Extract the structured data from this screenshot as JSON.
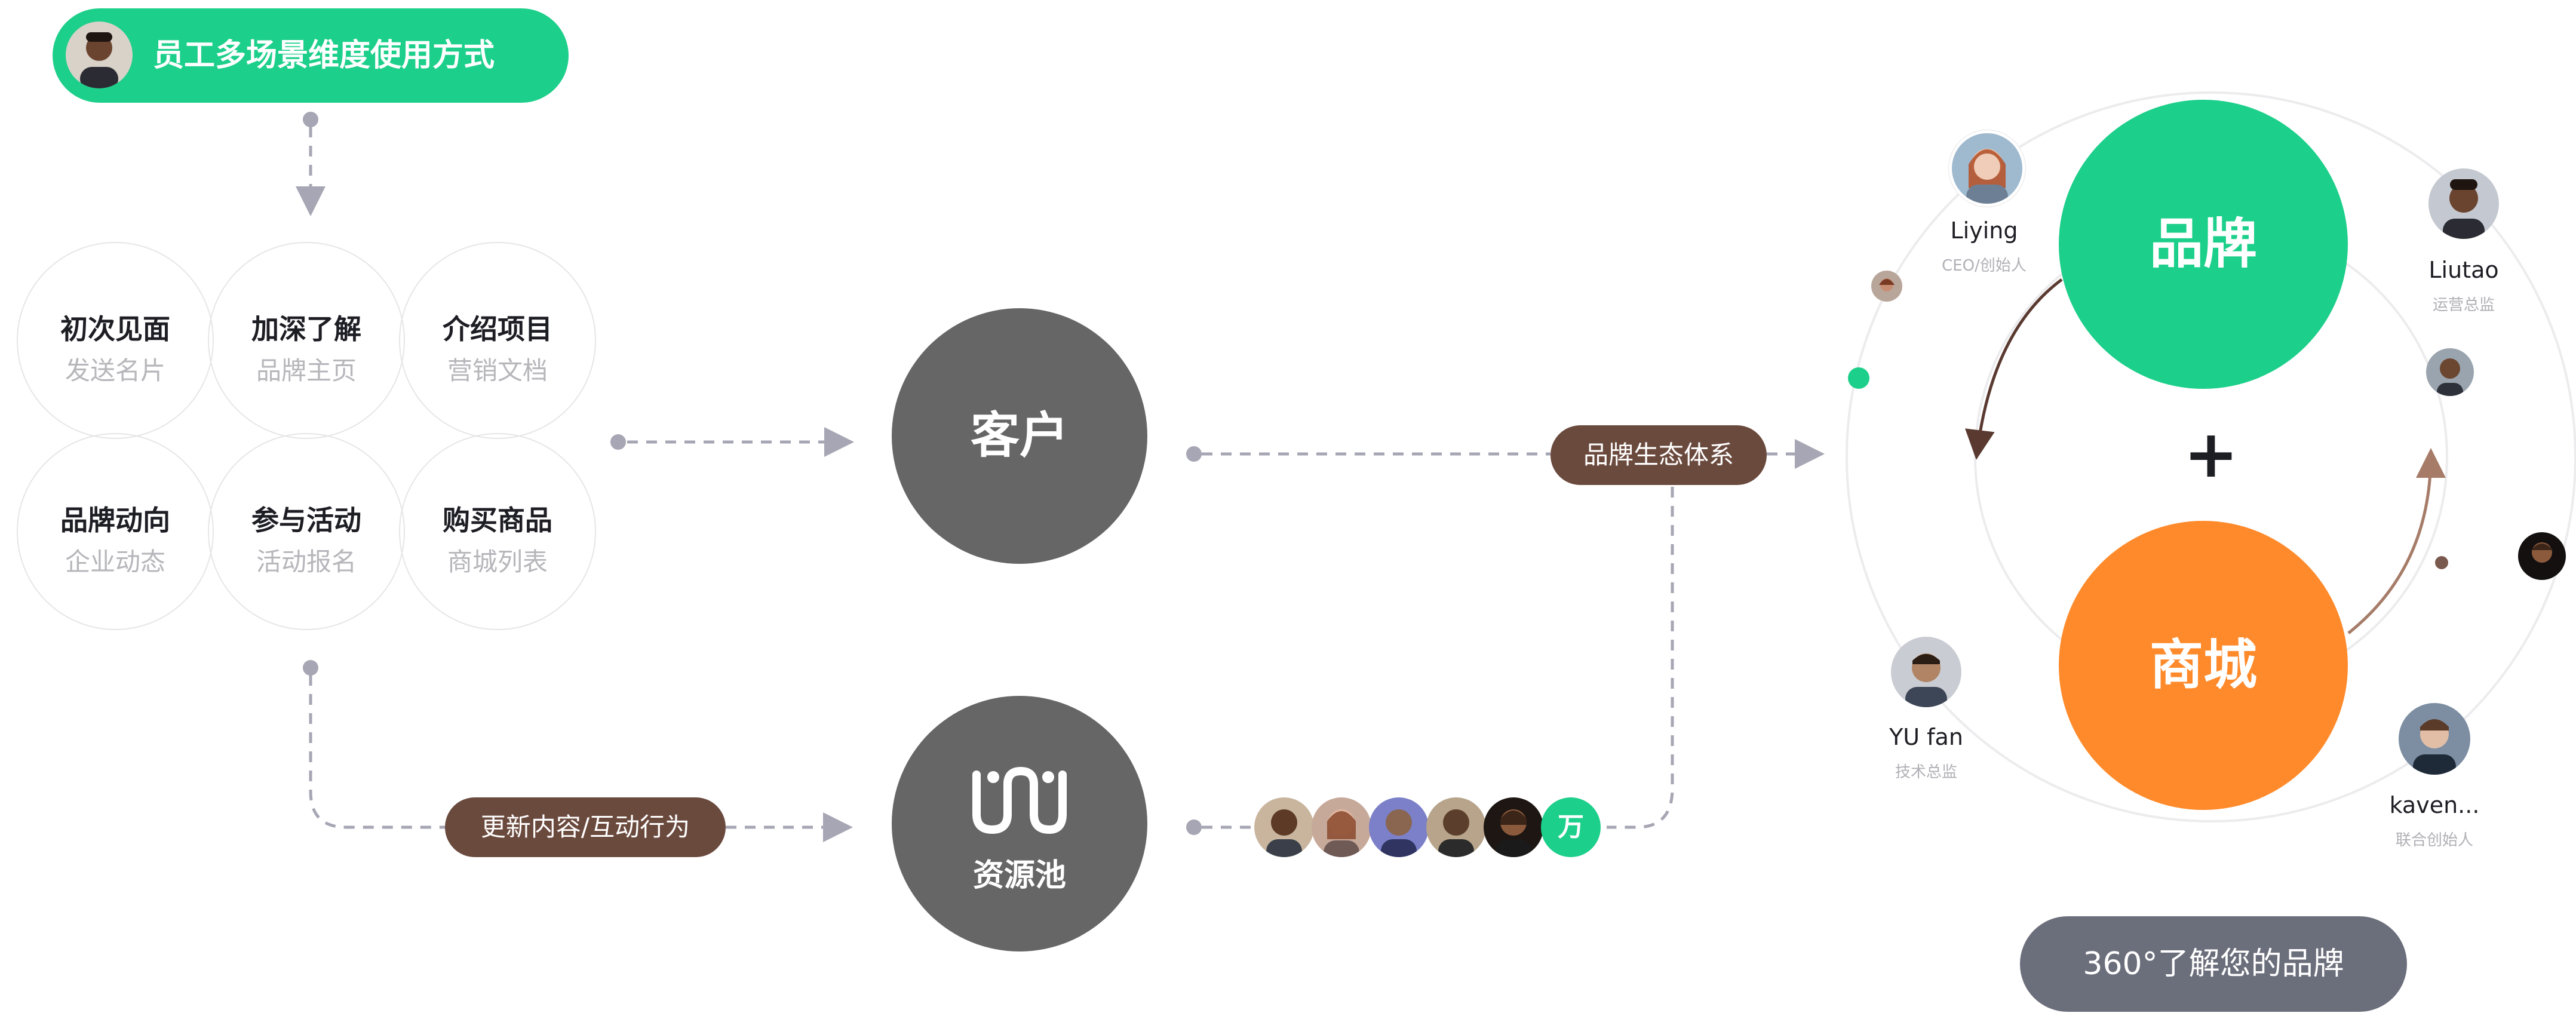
{
  "header": {
    "title": "员工多场景维度使用方式"
  },
  "scenes": [
    {
      "title": "初次见面",
      "sub": "发送名片"
    },
    {
      "title": "加深了解",
      "sub": "品牌主页"
    },
    {
      "title": "介绍项目",
      "sub": "营销文档"
    },
    {
      "title": "品牌动向",
      "sub": "企业动态"
    },
    {
      "title": "参与活动",
      "sub": "活动报名"
    },
    {
      "title": "购买商品",
      "sub": "商城列表"
    }
  ],
  "nodes": {
    "customer": "客户",
    "pool": "资源池"
  },
  "labels": {
    "update": "更新内容/互动行为",
    "ecosystem": "品牌生态体系"
  },
  "pool_badge": "万",
  "eco": {
    "brand": "品牌",
    "plus": "+",
    "mall": "商城"
  },
  "people": [
    {
      "name": "Liying",
      "role": "CEO/创始人"
    },
    {
      "name": "Liutao",
      "role": "运营总监"
    },
    {
      "name": "YU fan",
      "role": "技术总监"
    },
    {
      "name": "kaven...",
      "role": "联合创始人"
    }
  ],
  "footer": {
    "cta": "360°了解您的品牌"
  },
  "colors": {
    "green": "#1ccf8a",
    "orange": "#ff8a2b",
    "gray_node": "#666666",
    "brown": "#6b4a3e",
    "button": "#6b6e7b"
  }
}
